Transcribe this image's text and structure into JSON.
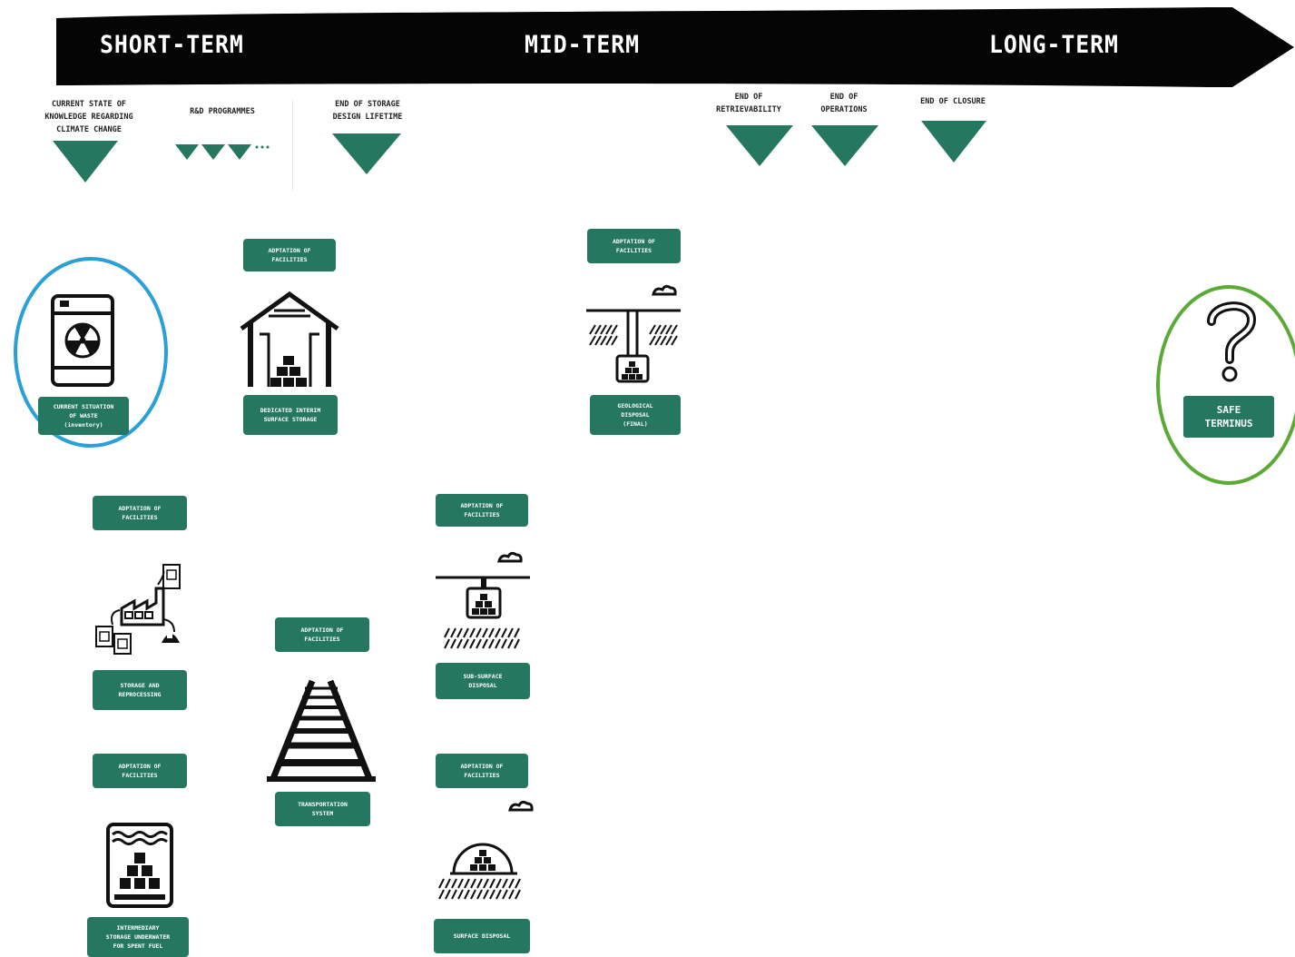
{
  "timeline": {
    "phases": [
      "SHORT-TERM",
      "MID-TERM",
      "LONG-TERM"
    ],
    "milestones": [
      "CURRENT STATE OF\nKNOWLEDGE REGARDING\nCLIMATE CHANGE",
      "R&D PROGRAMMES",
      "END OF STORAGE\nDESIGN LIFETIME",
      "END OF\nRETRIEVABILITY",
      "END OF\nOPERATIONS",
      "END OF CLOSURE"
    ]
  },
  "nodes": {
    "current_waste": "CURRENT SITUATION\nOF WASTE\n(inventory)",
    "interim_storage": {
      "adaptation": "ADPTATION OF\nFACILITIES",
      "label": "DEDICATED INTERIM\nSURFACE STORAGE"
    },
    "geological": {
      "adaptation": "ADPTATION OF\nFACILITIES",
      "label": "GEOLOGICAL\nDISPOSAL\n(FINAL)"
    },
    "safe_terminus": "SAFE\nTERMINUS",
    "reprocessing": {
      "adaptation": "ADPTATION OF\nFACILITIES",
      "label": "STORAGE AND\nREPROCESSING"
    },
    "transport": {
      "adaptation": "ADPTATION OF\nFACILITIES",
      "label": "TRANSPORTATION\nSYSTEM"
    },
    "sub_surface": {
      "adaptation": "ADPTATION OF\nFACILITIES",
      "label": "SUB-SURFACE\nDISPOSAL"
    },
    "underwater": {
      "adaptation": "ADPTATION OF\nFACILITIES",
      "label": "INTERMEDIARY\nSTORAGE UNDERWATER\nFOR SPENT FUEL"
    },
    "surface": {
      "adaptation": "ADPTATION OF\nFACILITIES",
      "label": "SURFACE DISPOSAL"
    }
  },
  "colors": {
    "bar": "#050505",
    "green": "#25775f",
    "blue_ring": "#2a9fd8",
    "green_ring": "#5aaa35"
  }
}
